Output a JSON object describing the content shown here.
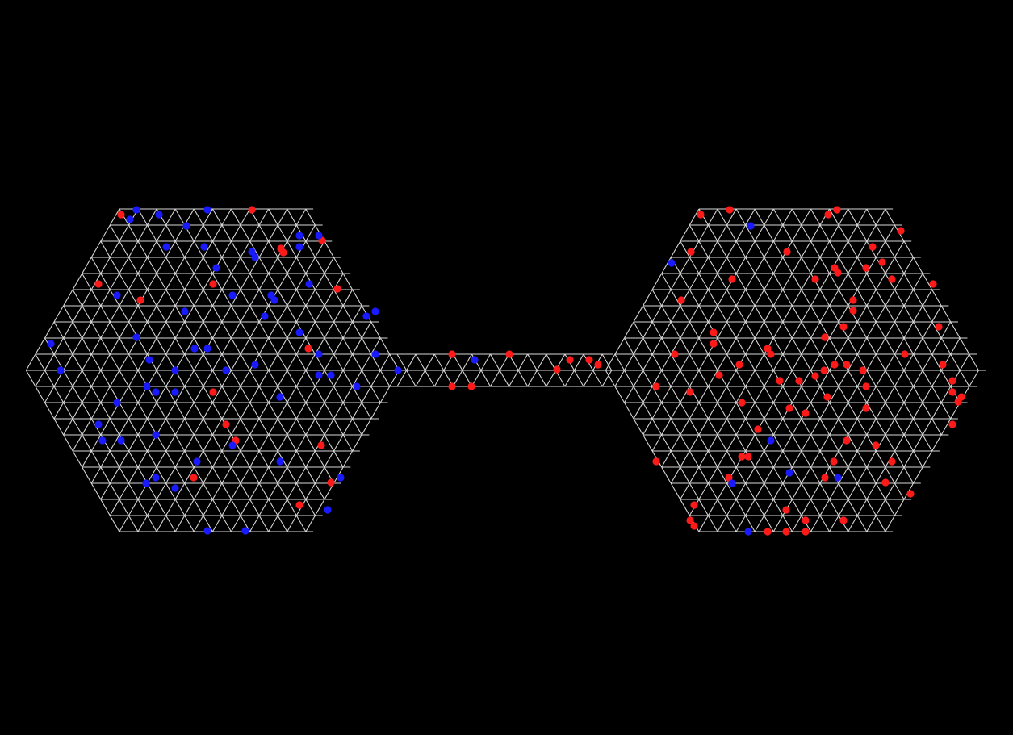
{
  "scene": {
    "background_color": "#000000",
    "mesh_color": "#d9d9d9",
    "particle_types": [
      {
        "type": "red",
        "color": "#ff1a1a"
      },
      {
        "type": "blue",
        "color": "#1a1aff"
      }
    ],
    "regions": [
      {
        "name": "left-hexagon",
        "shape": "triangular-lattice-hexagon"
      },
      {
        "name": "connecting-channel",
        "shape": "triangular-lattice-strip"
      },
      {
        "name": "right-hexagon",
        "shape": "triangular-lattice-hexagon"
      }
    ],
    "particle_counts": {
      "left_hexagon": {
        "red": 21,
        "blue": 61
      },
      "channel": {
        "red": 10,
        "blue": 2
      },
      "right_hexagon": {
        "red": 83,
        "blue": 8
      }
    }
  }
}
